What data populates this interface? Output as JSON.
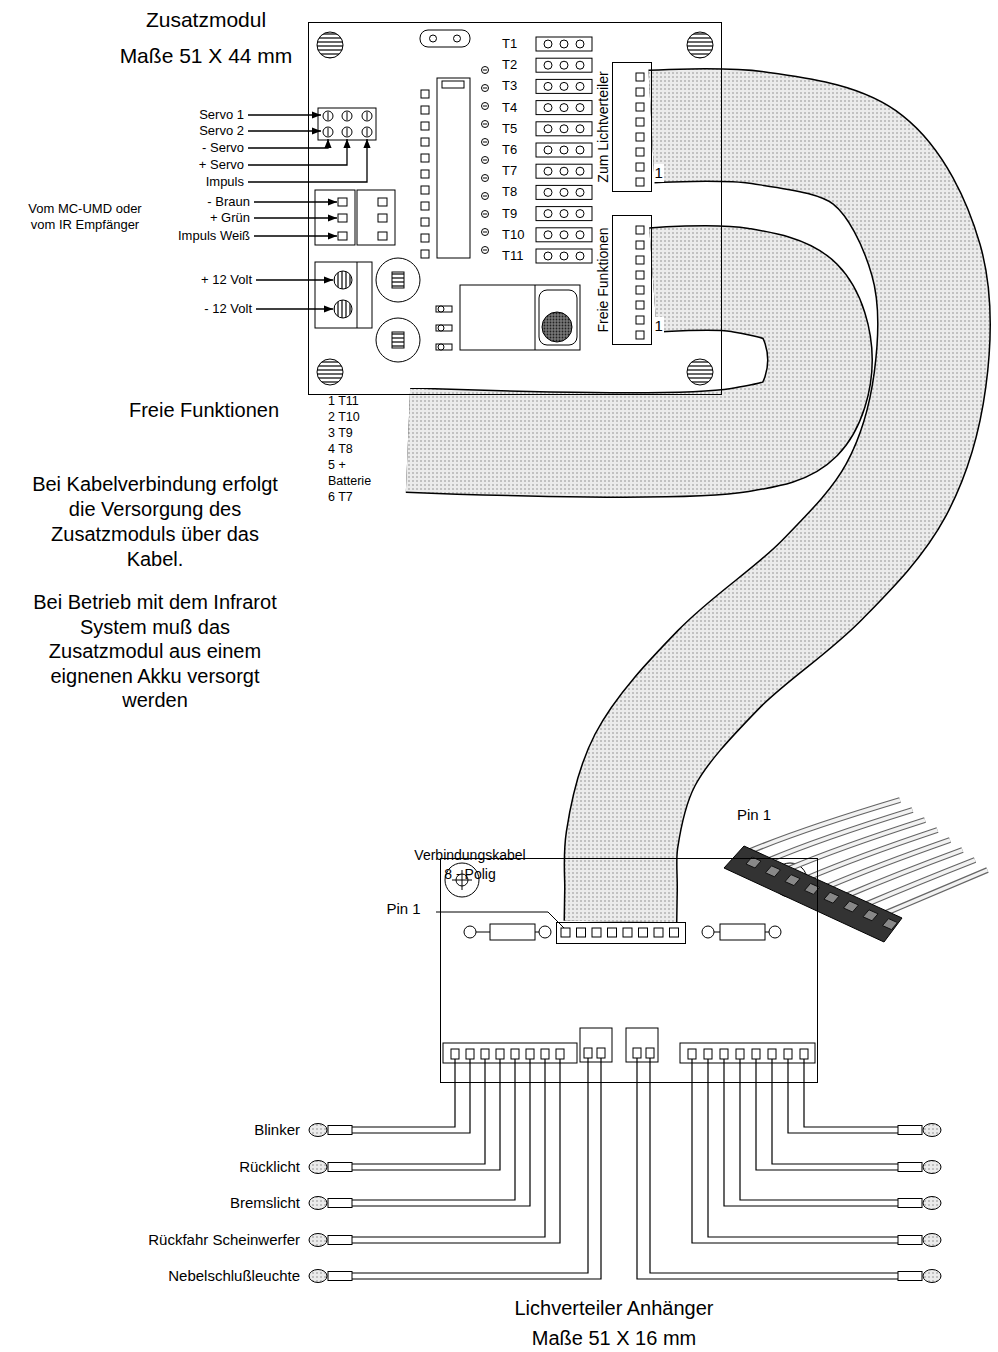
{
  "diagram": {
    "nodes": [
      {
        "text": [
          "Zusatzmodul",
          "Maße 51 X 44 mm"
        ]
      },
      {
        "text": [
          "Zum Lichtverteiler",
          "1"
        ],
        "in": 0
      },
      {
        "text": [
          "Freie Funktionen",
          "1"
        ],
        "in": 0
      },
      {
        "text": [
          "Lichverteiler Anhänger",
          "Maße 51 X 16 mm"
        ]
      },
      {
        "text": [
          "Pin 1"
        ],
        "in": 3
      }
    ],
    "edges": [
      {
        "from": 1,
        "to": 4,
        "arrow": "none",
        "label": "Verbindungskabel 8 - Polig"
      }
    ],
    "labels": [
      "Servo 1",
      "Servo 2",
      "- Servo",
      "+ Servo",
      "Impuls",
      "Vom MC-UMD oder vom IR Empfänger",
      "- Braun",
      "+ Grün",
      "Impuls Weiß",
      "+ 12 Volt",
      "- 12 Volt",
      "T1",
      "T2",
      "T3",
      "T4",
      "T5",
      "T6",
      "T7",
      "T8",
      "T9",
      "T10",
      "T11",
      "Freie Funktionen",
      "1 T11",
      "2 T10",
      "3 T9",
      "4 T8",
      "5 + Batterie",
      "6 T7",
      "Bei Kabelverbindung erfolgt die Versorgung des Zusatzmoduls über das Kabel.",
      "Bei Betrieb mit dem Infrarot System muß das Zusatzmodul aus einem eignenen Akku versorgt werden",
      "Pin 1",
      "Blinker",
      "Rücklicht",
      "Bremslicht",
      "Rückfahr Scheinwerfer",
      "Nebelschlußleuchte"
    ]
  }
}
